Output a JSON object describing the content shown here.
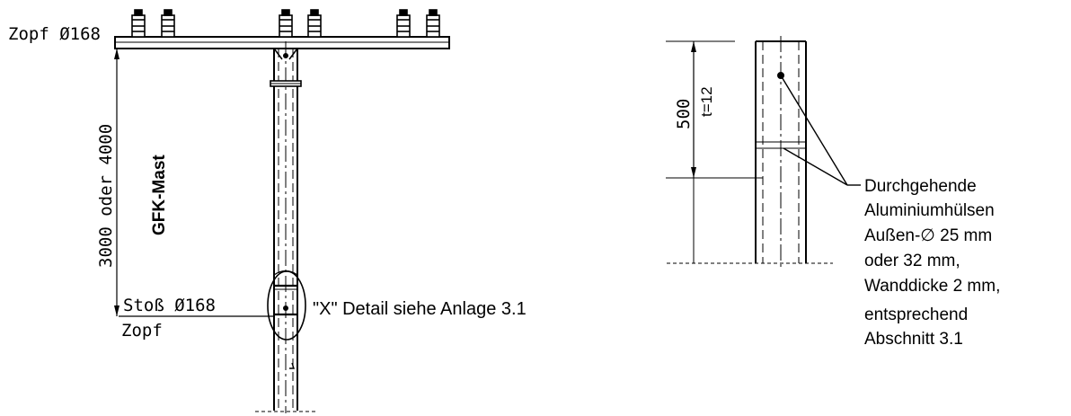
{
  "left_view": {
    "zopf_top_label": "Zopf Ø168",
    "height_dimension_label": "3000 oder 4000",
    "mast_label": "GFK-Mast",
    "stoss_label": "Stoß Ø168",
    "zopf_bottom_label": "Zopf",
    "detail_callout": "\"X\" Detail siehe Anlage 3.1"
  },
  "right_view": {
    "dimension_value": "500",
    "wall_thickness_label": "t=12",
    "note_lines": [
      "Durchgehende",
      "Aluminiumhülsen",
      "Außen-∅ 25 mm",
      "oder 32 mm,",
      "Wanddicke 2 mm,",
      "entsprechend",
      "Abschnitt 3.1"
    ]
  }
}
